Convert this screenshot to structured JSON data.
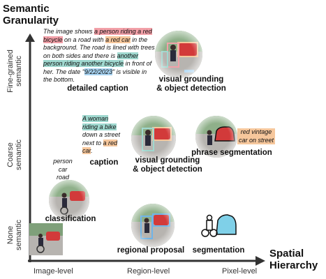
{
  "y_axis": {
    "title_line1": "Semantic",
    "title_line2": "Granularity",
    "ticks": [
      {
        "line1": "Fine-grained",
        "line2": "semantic"
      },
      {
        "line1": "Coarse",
        "line2": "semantic"
      },
      {
        "line1": "None",
        "line2": "semantic"
      }
    ]
  },
  "x_axis": {
    "title_line1": "Spatial",
    "title_line2": "Hierarchy",
    "ticks": [
      "Image-level",
      "Region-level",
      "Pixel-level"
    ]
  },
  "detailed_caption": {
    "t1": "The image shows ",
    "h1": "a person riding a red bicycle",
    "t2": " on a road with ",
    "h2": "a red car",
    "t3": " in the background. The road is lined with trees on both sides and there is ",
    "h3": "another person riding another bicycle",
    "t4": " in front of her. The date \"",
    "h4": "9/22/2023",
    "t5": "\" is visible in the bottom.",
    "label": "detailed caption"
  },
  "caption": {
    "h1": "A woman riding a bike",
    "t1": " down a street next to ",
    "h2": "a red car",
    "t2": ".",
    "label": "caption"
  },
  "classification": {
    "objects": [
      "person",
      "car",
      "road"
    ],
    "label": "classification"
  },
  "vg_fine": {
    "label_line1": "visual grounding",
    "label_line2": "& object detection"
  },
  "vg_coarse": {
    "label_line1": "visual grounding",
    "label_line2": "& object detection"
  },
  "phrase_segmentation": {
    "phrase": "red vintage car on street",
    "label": "phrase segmentation"
  },
  "regional_proposal": {
    "label": "regional proposal"
  },
  "segmentation": {
    "label": "segmentation"
  },
  "colors": {
    "axis": "#333333",
    "red": "#f2a0a8",
    "orange": "#f6c79c",
    "teal": "#9fd8cf"
  }
}
